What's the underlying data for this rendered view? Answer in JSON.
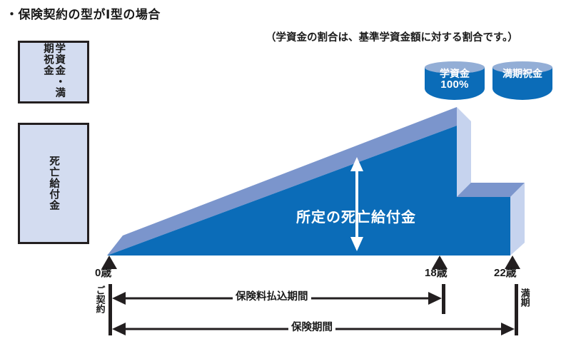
{
  "title": "・保険契約の型がⅠ型の場合",
  "note": "（学資金の割合は、基準学資金額に対する割合です。）",
  "legend": {
    "education_box": "学資金・満期祝金",
    "death_box": "死亡給付金"
  },
  "cylinders": [
    {
      "name": "学資金",
      "value": "100%"
    },
    {
      "name": "満期祝金",
      "value": ""
    }
  ],
  "chart_label": "所定の死亡給付金",
  "axis": {
    "ticks": [
      {
        "label": "0歳",
        "age": 0
      },
      {
        "label": "18歳",
        "age": 18
      },
      {
        "label": "22歳",
        "age": 22
      }
    ]
  },
  "timeline": {
    "start_label": "ご契約",
    "end_label": "満期",
    "bars": [
      {
        "label": "保険料払込期間",
        "from": "0歳",
        "to": "18歳"
      },
      {
        "label": "保険期間",
        "from": "0歳",
        "to": "22歳"
      }
    ]
  },
  "colors": {
    "front_blue": "#0b6cb8",
    "top_blue": "#7b95cc",
    "side_blue": "#c6d3ee",
    "legend_fill": "#d3dcf0",
    "outline": "#231f20",
    "cylinder_top": "#93aed6",
    "text": "#1a1a1a",
    "white": "#ffffff"
  },
  "chart_data": {
    "type": "area",
    "title": "保険契約の型がⅠ型の場合",
    "xlabel": "",
    "ylabel": "",
    "x": [
      0,
      18,
      22
    ],
    "categories": [
      "0歳",
      "18歳",
      "22歳"
    ],
    "series": [
      {
        "name": "死亡給付金",
        "values": [
          0,
          100,
          38
        ]
      }
    ],
    "annotations": [
      "所定の死亡給付金",
      "学資金 100%",
      "満期祝金"
    ],
    "grid": false,
    "legend": "none"
  }
}
